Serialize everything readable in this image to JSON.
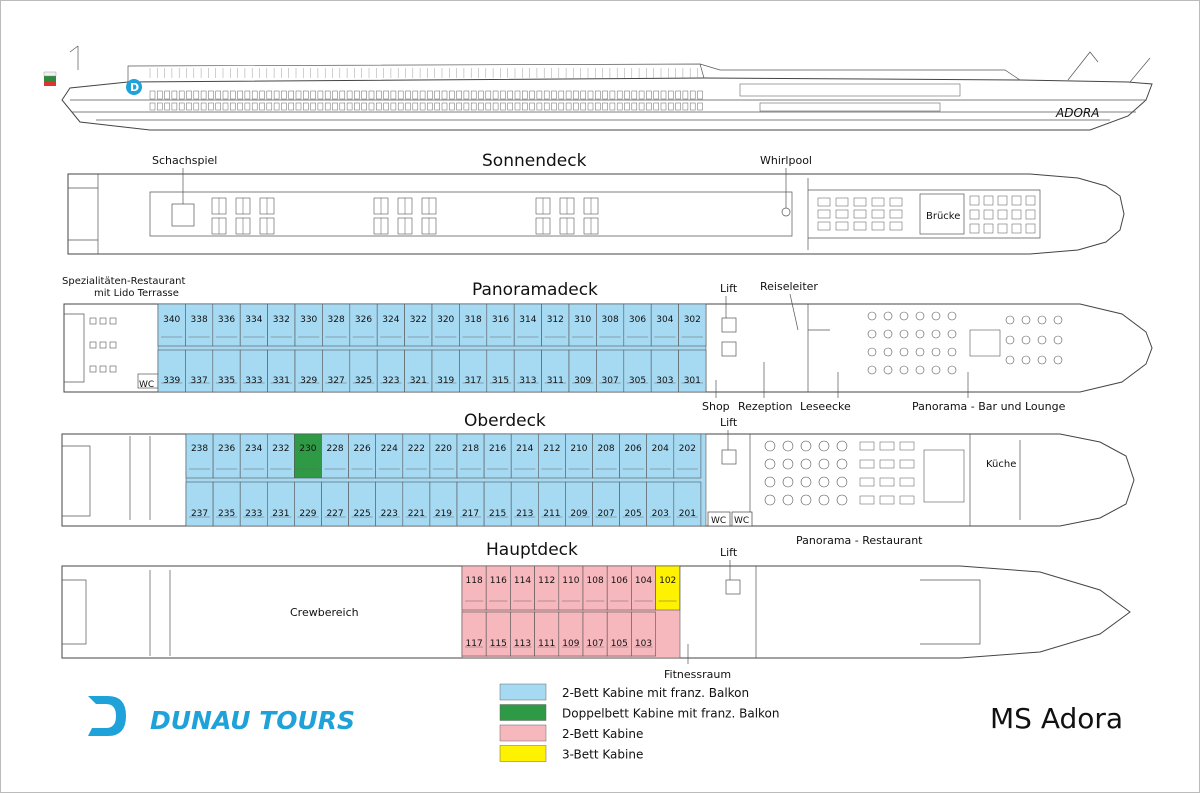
{
  "title": "MS Adora",
  "ship_name": "ADORA",
  "logo": "DUNAU TOURS",
  "logo_mark": "D",
  "colors": {
    "blue": "#a6d9f2",
    "green": "#2f9a45",
    "pink": "#f6b7bd",
    "yellow": "#fff200",
    "line": "#444444"
  },
  "decks": {
    "sonnendeck": {
      "name": "Sonnendeck",
      "labels": {
        "chess": "Schachspiel",
        "whirlpool": "Whirlpool",
        "bridge": "Brücke"
      }
    },
    "panoramadeck": {
      "name": "Panoramadeck",
      "labels": {
        "restaurant_1": "Spezialitäten-Restaurant",
        "restaurant_2": "mit Lido Terrasse",
        "wc": "WC",
        "lift": "Lift",
        "guide": "Reiseleiter",
        "shop": "Shop",
        "reception": "Rezeption",
        "reading": "Leseecke",
        "bar": "Panorama - Bar und Lounge"
      },
      "top": [
        {
          "n": "340"
        },
        {
          "n": "338"
        },
        {
          "n": "336"
        },
        {
          "n": "334"
        },
        {
          "n": "332"
        },
        {
          "n": "330"
        },
        {
          "n": "328"
        },
        {
          "n": "326"
        },
        {
          "n": "324"
        },
        {
          "n": "322"
        },
        {
          "n": "320"
        },
        {
          "n": "318"
        },
        {
          "n": "316"
        },
        {
          "n": "314"
        },
        {
          "n": "312"
        },
        {
          "n": "310"
        },
        {
          "n": "308"
        },
        {
          "n": "306"
        },
        {
          "n": "304"
        },
        {
          "n": "302"
        }
      ],
      "bottom": [
        {
          "n": "339"
        },
        {
          "n": "337"
        },
        {
          "n": "335"
        },
        {
          "n": "333"
        },
        {
          "n": "331"
        },
        {
          "n": "329"
        },
        {
          "n": "327"
        },
        {
          "n": "325"
        },
        {
          "n": "323"
        },
        {
          "n": "321"
        },
        {
          "n": "319"
        },
        {
          "n": "317"
        },
        {
          "n": "315"
        },
        {
          "n": "313"
        },
        {
          "n": "311"
        },
        {
          "n": "309"
        },
        {
          "n": "307"
        },
        {
          "n": "305"
        },
        {
          "n": "303"
        },
        {
          "n": "301"
        }
      ]
    },
    "oberdeck": {
      "name": "Oberdeck",
      "labels": {
        "lift": "Lift",
        "wc_1": "WC",
        "wc_2": "WC",
        "kitchen": "Küche",
        "restaurant": "Panorama - Restaurant"
      },
      "top": [
        {
          "n": "238"
        },
        {
          "n": "236"
        },
        {
          "n": "234"
        },
        {
          "n": "232"
        },
        {
          "n": "230",
          "type": "double"
        },
        {
          "n": "228"
        },
        {
          "n": "226"
        },
        {
          "n": "224"
        },
        {
          "n": "222"
        },
        {
          "n": "220"
        },
        {
          "n": "218"
        },
        {
          "n": "216"
        },
        {
          "n": "214"
        },
        {
          "n": "212"
        },
        {
          "n": "210"
        },
        {
          "n": "208"
        },
        {
          "n": "206"
        },
        {
          "n": "204"
        },
        {
          "n": "202"
        }
      ],
      "bottom": [
        {
          "n": "237"
        },
        {
          "n": "235"
        },
        {
          "n": "233"
        },
        {
          "n": "231"
        },
        {
          "n": "229"
        },
        {
          "n": "227"
        },
        {
          "n": "225"
        },
        {
          "n": "223"
        },
        {
          "n": "221"
        },
        {
          "n": "219"
        },
        {
          "n": "217"
        },
        {
          "n": "215"
        },
        {
          "n": "213"
        },
        {
          "n": "211"
        },
        {
          "n": "209"
        },
        {
          "n": "207"
        },
        {
          "n": "205"
        },
        {
          "n": "203"
        },
        {
          "n": "201"
        }
      ]
    },
    "hauptdeck": {
      "name": "Hauptdeck",
      "labels": {
        "lift": "Lift",
        "crew": "Crewbereich",
        "fitness": "Fitnessraum"
      },
      "top": [
        {
          "n": "118"
        },
        {
          "n": "116"
        },
        {
          "n": "114"
        },
        {
          "n": "112"
        },
        {
          "n": "110"
        },
        {
          "n": "108"
        },
        {
          "n": "106"
        },
        {
          "n": "104"
        },
        {
          "n": "102",
          "type": "triple"
        }
      ],
      "bottom": [
        {
          "n": "117"
        },
        {
          "n": "115"
        },
        {
          "n": "113"
        },
        {
          "n": "111"
        },
        {
          "n": "109"
        },
        {
          "n": "107"
        },
        {
          "n": "105"
        },
        {
          "n": "103"
        }
      ]
    }
  },
  "legend": [
    {
      "color": "#a6d9f2",
      "label": "2-Bett Kabine mit franz. Balkon"
    },
    {
      "color": "#2f9a45",
      "label": "Doppelbett Kabine mit franz. Balkon"
    },
    {
      "color": "#f6b7bd",
      "label": "2-Bett Kabine"
    },
    {
      "color": "#fff200",
      "label": "3-Bett Kabine"
    }
  ]
}
